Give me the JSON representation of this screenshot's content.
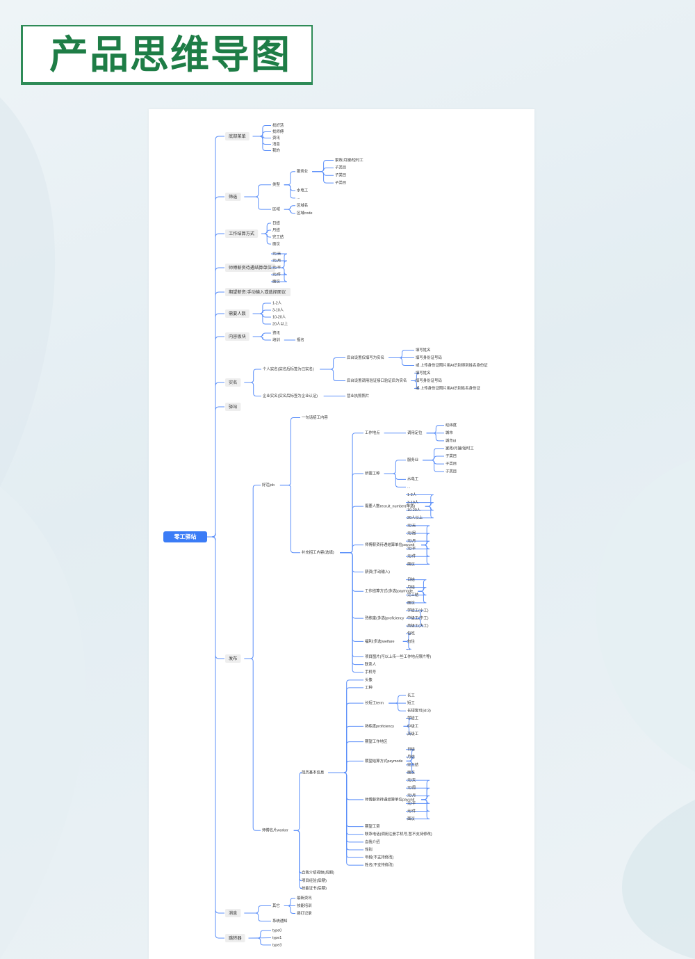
{
  "page": {
    "title": "产品思维导图"
  },
  "mindmap": {
    "label": "零工驿站",
    "children": [
      {
        "label": "底部菜单",
        "children": [
          {
            "label": "找好活"
          },
          {
            "label": "找师傅"
          },
          {
            "label": "资讯"
          },
          {
            "label": "消息"
          },
          {
            "label": "我的"
          }
        ]
      },
      {
        "label": "筛选",
        "children": [
          {
            "label": "类型",
            "children": [
              {
                "label": "服务业",
                "children": [
                  {
                    "label": "家政/月嫂/短时工"
                  },
                  {
                    "label": "子类目"
                  },
                  {
                    "label": "子类目"
                  },
                  {
                    "label": "子类目"
                  }
                ]
              },
              {
                "label": "水电工"
              },
              {
                "label": "..."
              }
            ]
          },
          {
            "label": "区域",
            "children": [
              {
                "label": "区域名"
              },
              {
                "label": "区域code"
              }
            ]
          }
        ]
      },
      {
        "label": "工作结算方式",
        "children": [
          {
            "label": "日结"
          },
          {
            "label": "月结"
          },
          {
            "label": "完工结"
          },
          {
            "label": "面议"
          }
        ]
      },
      {
        "label": "师傅薪资待遇结算单位",
        "children": [
          {
            "label": "元/天"
          },
          {
            "label": "元/月"
          },
          {
            "label": "元/平"
          },
          {
            "label": "元/件"
          },
          {
            "label": "面议"
          }
        ]
      },
      {
        "label": "期望薪资:手动输入或选择面议"
      },
      {
        "label": "需要人数",
        "children": [
          {
            "label": "1-2人"
          },
          {
            "label": "3-10人"
          },
          {
            "label": "10-20人"
          },
          {
            "label": "20人以上"
          }
        ]
      },
      {
        "label": "内容板块",
        "children": [
          {
            "label": "资讯"
          },
          {
            "label": "培训",
            "children": [
              {
                "label": "报名"
              }
            ]
          }
        ]
      },
      {
        "label": "实名",
        "children": [
          {
            "label": "个人实名(实名后标签为已实名)",
            "children": [
              {
                "label": "后台设置仅填写为实名",
                "children": [
                  {
                    "label": "填写姓名"
                  },
                  {
                    "label": "填写身份证号码"
                  },
                  {
                    "label": "或 上传身份证照片用AI识别得到姓名身份证"
                  }
                ]
              },
              {
                "label": "后台设置调用验证接口验证后为实名",
                "children": [
                  {
                    "label": "填写姓名"
                  },
                  {
                    "label": "填写身份证号码"
                  },
                  {
                    "label": "或 上传身份证照片用AI识别姓名身份证"
                  }
                ]
              }
            ]
          },
          {
            "label": "企业实名(实名后标签为企业认证)",
            "children": [
              {
                "label": "营业执照照片"
              }
            ]
          }
        ]
      },
      {
        "label": "驿站"
      },
      {
        "label": "发布",
        "children": [
          {
            "label": "好活job",
            "children": [
              {
                "label": "一句话招工内容"
              },
              {
                "label": "补充招工内容(选填)",
                "children": [
                  {
                    "label": "工作地点",
                    "children": [
                      {
                        "label": "调用定位",
                        "children": [
                          {
                            "label": "经纬度"
                          },
                          {
                            "label": "城市"
                          },
                          {
                            "label": "城市id"
                          }
                        ]
                      }
                    ]
                  },
                  {
                    "label": "所需工种",
                    "children": [
                      {
                        "label": "服务业",
                        "children": [
                          {
                            "label": "家政/月嫂/短时工"
                          },
                          {
                            "label": "子类目"
                          },
                          {
                            "label": "子类目"
                          },
                          {
                            "label": "子类目"
                          }
                        ]
                      },
                      {
                        "label": "水电工"
                      },
                      {
                        "label": "..."
                      }
                    ]
                  },
                  {
                    "label": "需要人数recruit_number(单选)",
                    "children": [
                      {
                        "label": "1-2人"
                      },
                      {
                        "label": "3-10人"
                      },
                      {
                        "label": "10-20人"
                      },
                      {
                        "label": "20人以上"
                      }
                    ]
                  },
                  {
                    "label": "师傅薪资待遇结算单位payunit",
                    "children": [
                      {
                        "label": "元/天"
                      },
                      {
                        "label": "元/周"
                      },
                      {
                        "label": "元/月"
                      },
                      {
                        "label": "元/平"
                      },
                      {
                        "label": "元/件"
                      },
                      {
                        "label": "面议"
                      }
                    ]
                  },
                  {
                    "label": "薪资(手动输入)"
                  },
                  {
                    "label": "工作结算方式(多选)paymode",
                    "children": [
                      {
                        "label": "日结"
                      },
                      {
                        "label": "月结"
                      },
                      {
                        "label": "完工结"
                      },
                      {
                        "label": "面议"
                      }
                    ]
                  },
                  {
                    "label": "熟练度(多选)proficiency",
                    "children": [
                      {
                        "label": "学徒工(小工)"
                      },
                      {
                        "label": "中级工(中工)"
                      },
                      {
                        "label": "高级工(大工)"
                      }
                    ]
                  },
                  {
                    "label": "福利(多选)welfare",
                    "children": [
                      {
                        "label": "包吃"
                      },
                      {
                        "label": "包住"
                      },
                      {
                        "label": "..."
                      }
                    ]
                  },
                  {
                    "label": "项目图片(可以上传一些工作地点照片等)"
                  },
                  {
                    "label": "联系人"
                  },
                  {
                    "label": "手机号"
                  }
                ]
              }
            ]
          },
          {
            "label": "师傅名片worker",
            "children": [
              {
                "label": "简历基本信息",
                "children": [
                  {
                    "label": "头像"
                  },
                  {
                    "label": "工种"
                  },
                  {
                    "label": "长短工term",
                    "children": [
                      {
                        "label": "长工"
                      },
                      {
                        "label": "短工"
                      },
                      {
                        "label": "长短皆可(id:3)"
                      }
                    ]
                  },
                  {
                    "label": "熟练度proficiency",
                    "children": [
                      {
                        "label": "学徒工"
                      },
                      {
                        "label": "中级工"
                      },
                      {
                        "label": "高级工"
                      }
                    ]
                  },
                  {
                    "label": "期望工作地区"
                  },
                  {
                    "label": "期望结算方式paymode",
                    "children": [
                      {
                        "label": "日结"
                      },
                      {
                        "label": "月结"
                      },
                      {
                        "label": "完工结"
                      },
                      {
                        "label": "面议"
                      }
                    ]
                  },
                  {
                    "label": "师傅薪资待遇结算单位payunit",
                    "children": [
                      {
                        "label": "元/天"
                      },
                      {
                        "label": "元/周"
                      },
                      {
                        "label": "元/月"
                      },
                      {
                        "label": "元/平"
                      },
                      {
                        "label": "元/件"
                      },
                      {
                        "label": "面议"
                      }
                    ]
                  },
                  {
                    "label": "期望工资"
                  },
                  {
                    "label": "联系电话(调用注册手机号,暂不支持修改)"
                  },
                  {
                    "label": "自我介绍"
                  },
                  {
                    "label": "性别"
                  },
                  {
                    "label": "年龄(不支持修改)"
                  },
                  {
                    "label": "姓名(不支持修改)"
                  }
                ]
              },
              {
                "label": "自我介绍视频(后期)"
              },
              {
                "label": "项目经验(后期)"
              },
              {
                "label": "技能证书(后期)"
              }
            ]
          }
        ]
      },
      {
        "label": "消息",
        "children": [
          {
            "label": "其它",
            "children": [
              {
                "label": "最新资讯"
              },
              {
                "label": "技能培训"
              },
              {
                "label": "拨打记录"
              }
            ]
          },
          {
            "label": "系统通知"
          }
        ]
      },
      {
        "label": "跳转器",
        "children": [
          {
            "label": "type0"
          },
          {
            "label": "type1"
          },
          {
            "label": "type3"
          }
        ]
      }
    ]
  }
}
